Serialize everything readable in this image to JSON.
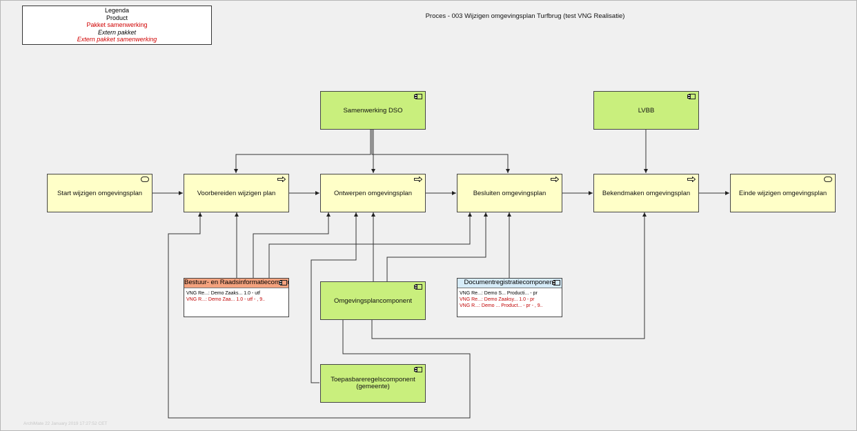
{
  "diagram": {
    "title": "Proces - 003 Wijzigen omgevingsplan Turfbrug (test VNG Realisatie)",
    "legend": {
      "heading": "Legenda",
      "product": "Product",
      "pakket_samenwerking": "Pakket samenwerking",
      "extern_pakket": "Extern pakket",
      "extern_pakket_samenwerking": "Extern pakket samenwerking"
    },
    "processes": {
      "start": "Start wijzigen omgevingsplan",
      "voorbereiden": "Voorbereiden wijzigen plan",
      "ontwerpen": "Ontwerpen omgevingsplan",
      "besluiten": "Besluiten omgevingsplan",
      "bekendmaken": "Bekendmaken omgevingsplan",
      "einde": "Einde wijzigen omgevingsplan"
    },
    "components": {
      "samenwerking_dso": "Samenwerking DSO",
      "lvbb": "LVBB",
      "omgevingsplancomponent": "Omgevingsplancomponent",
      "toepasbareregels_line1": "Toepasbareregelscomponent",
      "toepasbareregels_line2": "(gemeente)"
    },
    "cards": {
      "bestuur": {
        "title": "Bestuur- en Raadsinformatiecomponent",
        "row1": "VNG Re...: Demo Zaaks... 1.0 - utf",
        "row2": "VNG R...: Demo Zaa... 1.0 - utf - , 9.."
      },
      "documentregistratie": {
        "title": "Documentregistratiecomponent",
        "row1": "VNG Re...: Demo S... Producti... - pr",
        "row2": "VNG Re...: Demo Zaaksy... 1.0 - pr",
        "row3": "VNG R...: Demo ... Product... - pr - , 9.."
      }
    },
    "footer": "ArchiMate 22 January 2019 17:27:52 CET",
    "colors": {
      "process_fill": "#ffffc8",
      "component_fill": "#c9ef7d",
      "bestuur_header": "#f4a27e",
      "documentregistratie_header": "#d6ecf9",
      "red_text": "#d00000"
    },
    "icons": [
      "event-icon",
      "process-arrow-icon",
      "component-icon"
    ]
  }
}
